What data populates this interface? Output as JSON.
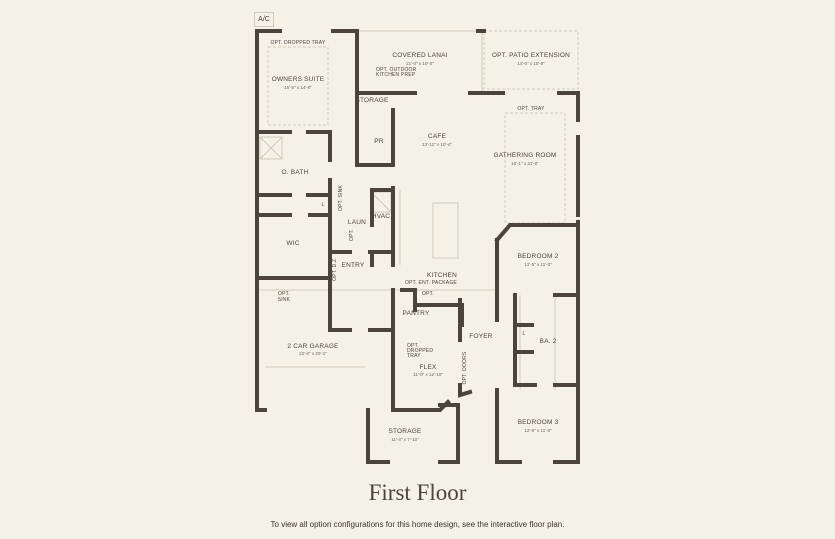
{
  "title": "First Floor",
  "note": "To view all option configurations for this home design, see the interactive floor plan.",
  "ac_label": "A/C",
  "rooms": {
    "owners_suite": {
      "name": "OWNERS SUITE",
      "dim": "15'-5\" x 14'-0\"",
      "option": "OPT. DROPPED TRAY"
    },
    "covered_lanai": {
      "name": "COVERED LANAI",
      "dim": "21'-0\" x 10'-0\"",
      "option": "OPT. OUTDOOR KITCHEN PREP"
    },
    "patio_extension": {
      "name": "OPT. PATIO EXTENSION",
      "dim": "14'-0\" x 10'-0\""
    },
    "storage_top": {
      "name": "STORAGE"
    },
    "pr": {
      "name": "PR"
    },
    "cafe": {
      "name": "CAFE",
      "dim": "13'-11\" x 10'-4\""
    },
    "gathering_room": {
      "name": "GATHERING ROOM",
      "dim": "15'-1\" x 21'-0\"",
      "option": "OPT. TRAY"
    },
    "o_bath": {
      "name": "O. BATH"
    },
    "l_owner": {
      "name": "L"
    },
    "opt_sink_laun": {
      "name": "OPT. SINK"
    },
    "laun": {
      "name": "LAUN"
    },
    "hvac": {
      "name": "HVAC"
    },
    "opt_laun": {
      "name": "OPT."
    },
    "wic": {
      "name": "WIC"
    },
    "entry": {
      "name": "ENTRY"
    },
    "opt_drop_zone": {
      "name": "OPT. D.Z."
    },
    "opt_sink_garage": {
      "name": "OPT. SINK"
    },
    "kitchen": {
      "name": "KITCHEN",
      "option": "OPT. ENT. PACKAGE",
      "opt": "OPT."
    },
    "pantry": {
      "name": "PANTRY"
    },
    "garage": {
      "name": "2 CAR GARAGE",
      "dim": "22'-0\" x 20'-1\""
    },
    "flex": {
      "name": "FLEX",
      "dim": "11'-0\" x 12'-10\"",
      "option": "OPT. DROPPED TRAY",
      "doors": "OPT. DOORS"
    },
    "foyer": {
      "name": "FOYER"
    },
    "bedroom2": {
      "name": "BEDROOM 2",
      "dim": "12'-5\" x 11'-0\""
    },
    "ba2": {
      "name": "BA. 2"
    },
    "l_ba2": {
      "name": "L"
    },
    "bedroom3": {
      "name": "BEDROOM 3",
      "dim": "12'-0\" x 11'-0\""
    },
    "storage_garage": {
      "name": "STORAGE",
      "dim": "11'-4\" x 7'-10\""
    }
  }
}
